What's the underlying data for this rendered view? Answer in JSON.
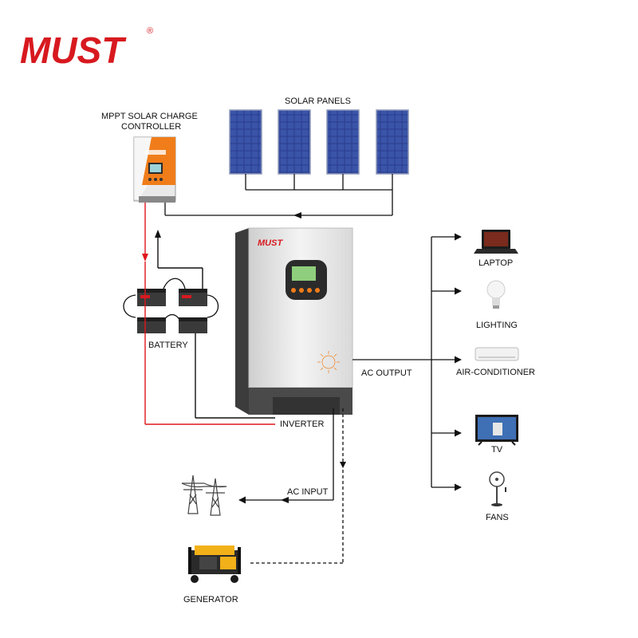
{
  "brand": {
    "logo_text": "MUST",
    "registered_mark": "®",
    "color": "#d7191f"
  },
  "labels": {
    "solar_panels": "SOLAR PANELS",
    "controller_line1": "MPPT SOLAR CHARGE",
    "controller_line2": "CONTROLLER",
    "battery": "BATTERY",
    "inverter": "INVERTER",
    "ac_output": "AC OUTPUT",
    "ac_input": "AC INPUT",
    "generator": "GENERATOR"
  },
  "loads": [
    {
      "label": "LAPTOP",
      "icon": "laptop-icon"
    },
    {
      "label": "LIGHTING",
      "icon": "light-bulb-icon"
    },
    {
      "label": "AIR-CONDITIONER",
      "icon": "air-conditioner-icon"
    },
    {
      "label": "TV",
      "icon": "tv-icon"
    },
    {
      "label": "FANS",
      "icon": "fan-icon"
    }
  ],
  "colors": {
    "positive_wire": "#e0161d",
    "negative_wire": "#111111",
    "inverter_accent": "#f07d1a",
    "controller_accent": "#f07d1a",
    "solar_panel": "#2d3f8f"
  }
}
